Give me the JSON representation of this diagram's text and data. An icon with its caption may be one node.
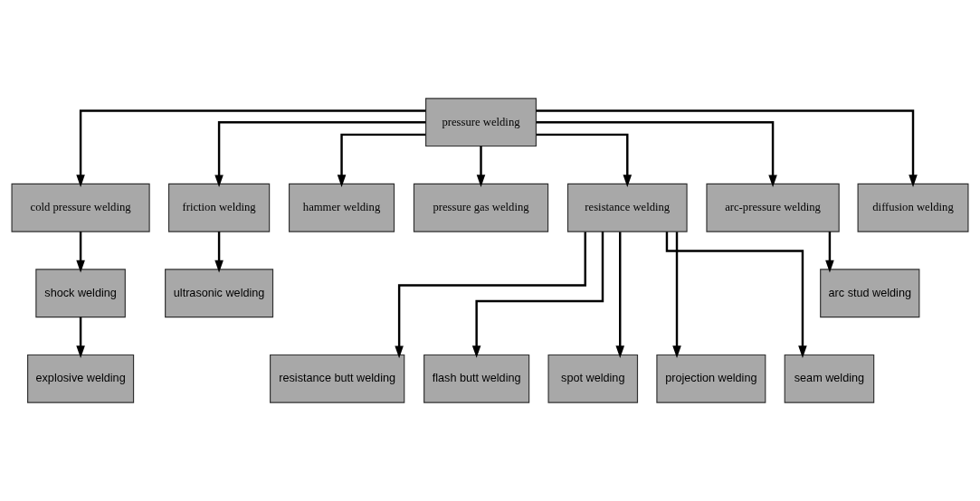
{
  "diagram": {
    "nodes": [
      {
        "text": [
          "pressure welding"
        ]
      },
      {
        "text": [
          "cold pressure welding"
        ]
      },
      {
        "text": [
          "friction welding"
        ]
      },
      {
        "text": [
          "hammer welding"
        ]
      },
      {
        "text": [
          "pressure gas welding"
        ]
      },
      {
        "text": [
          "resistance welding"
        ]
      },
      {
        "text": [
          "arc-pressure welding"
        ]
      },
      {
        "text": [
          "diffusion welding"
        ]
      },
      {
        "text": [
          "shock welding"
        ]
      },
      {
        "text": [
          "ultrasonic welding"
        ]
      },
      {
        "text": [
          "arc stud welding"
        ]
      },
      {
        "text": [
          "explosive welding"
        ]
      },
      {
        "text": [
          "resistance butt welding"
        ]
      },
      {
        "text": [
          "flash butt welding"
        ]
      },
      {
        "text": [
          "spot welding"
        ]
      },
      {
        "text": [
          "projection welding"
        ]
      },
      {
        "text": [
          "seam welding"
        ]
      }
    ],
    "edges": [
      {
        "from": 0,
        "to": 1,
        "arrow": "to"
      },
      {
        "from": 0,
        "to": 2,
        "arrow": "to"
      },
      {
        "from": 0,
        "to": 3,
        "arrow": "to"
      },
      {
        "from": 0,
        "to": 4,
        "arrow": "to"
      },
      {
        "from": 0,
        "to": 5,
        "arrow": "to"
      },
      {
        "from": 0,
        "to": 6,
        "arrow": "to"
      },
      {
        "from": 0,
        "to": 7,
        "arrow": "to"
      },
      {
        "from": 1,
        "to": 8,
        "arrow": "to"
      },
      {
        "from": 2,
        "to": 9,
        "arrow": "to"
      },
      {
        "from": 6,
        "to": 10,
        "arrow": "to"
      },
      {
        "from": 8,
        "to": 11,
        "arrow": "to"
      },
      {
        "from": 5,
        "to": 12,
        "arrow": "to"
      },
      {
        "from": 5,
        "to": 13,
        "arrow": "to"
      },
      {
        "from": 5,
        "to": 14,
        "arrow": "to"
      },
      {
        "from": 5,
        "to": 15,
        "arrow": "to"
      },
      {
        "from": 5,
        "to": 16,
        "arrow": "to"
      }
    ]
  }
}
